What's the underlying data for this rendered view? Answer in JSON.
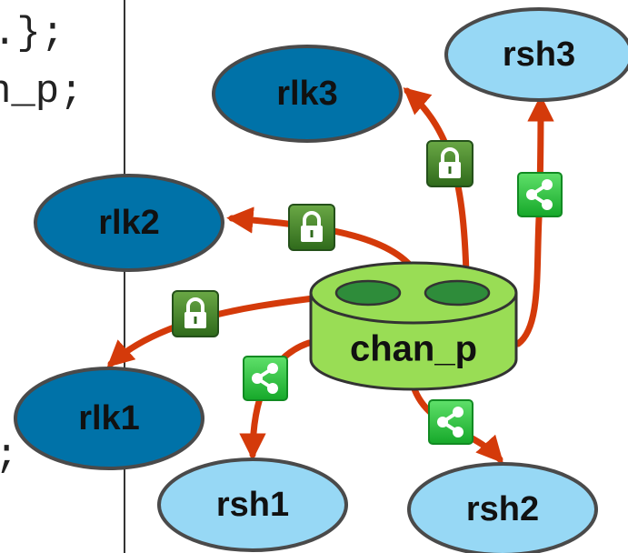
{
  "code": {
    "lines": [
      ".};",
      "n_p;",
      ";"
    ]
  },
  "colors": {
    "read_lock_fill": "#0072a8",
    "read_share_fill": "#97d8f5",
    "node_stroke": "#4a4a4a",
    "hub_fill": "#99dd55",
    "hub_hole": "#2e8c3a",
    "edge": "#d43a0a",
    "lock_badge": "#4d8a2a",
    "share_badge": "#2fc63c"
  },
  "diagram": {
    "hub": {
      "label": "chan_p"
    },
    "nodes": [
      {
        "id": "rlk3",
        "label": "rlk3",
        "kind": "read-lock"
      },
      {
        "id": "rlk2",
        "label": "rlk2",
        "kind": "read-lock"
      },
      {
        "id": "rlk1",
        "label": "rlk1",
        "kind": "read-lock"
      },
      {
        "id": "rsh3",
        "label": "rsh3",
        "kind": "read-share"
      },
      {
        "id": "rsh1",
        "label": "rsh1",
        "kind": "read-share"
      },
      {
        "id": "rsh2",
        "label": "rsh2",
        "kind": "read-share"
      }
    ],
    "edges": [
      {
        "to": "rlk3",
        "badge": "lock-icon"
      },
      {
        "to": "rlk2",
        "badge": "lock-icon"
      },
      {
        "to": "rlk1",
        "badge": "lock-icon"
      },
      {
        "to": "rsh3",
        "badge": "share-icon"
      },
      {
        "to": "rsh1",
        "badge": "share-icon"
      },
      {
        "to": "rsh2",
        "badge": "share-icon"
      }
    ]
  }
}
